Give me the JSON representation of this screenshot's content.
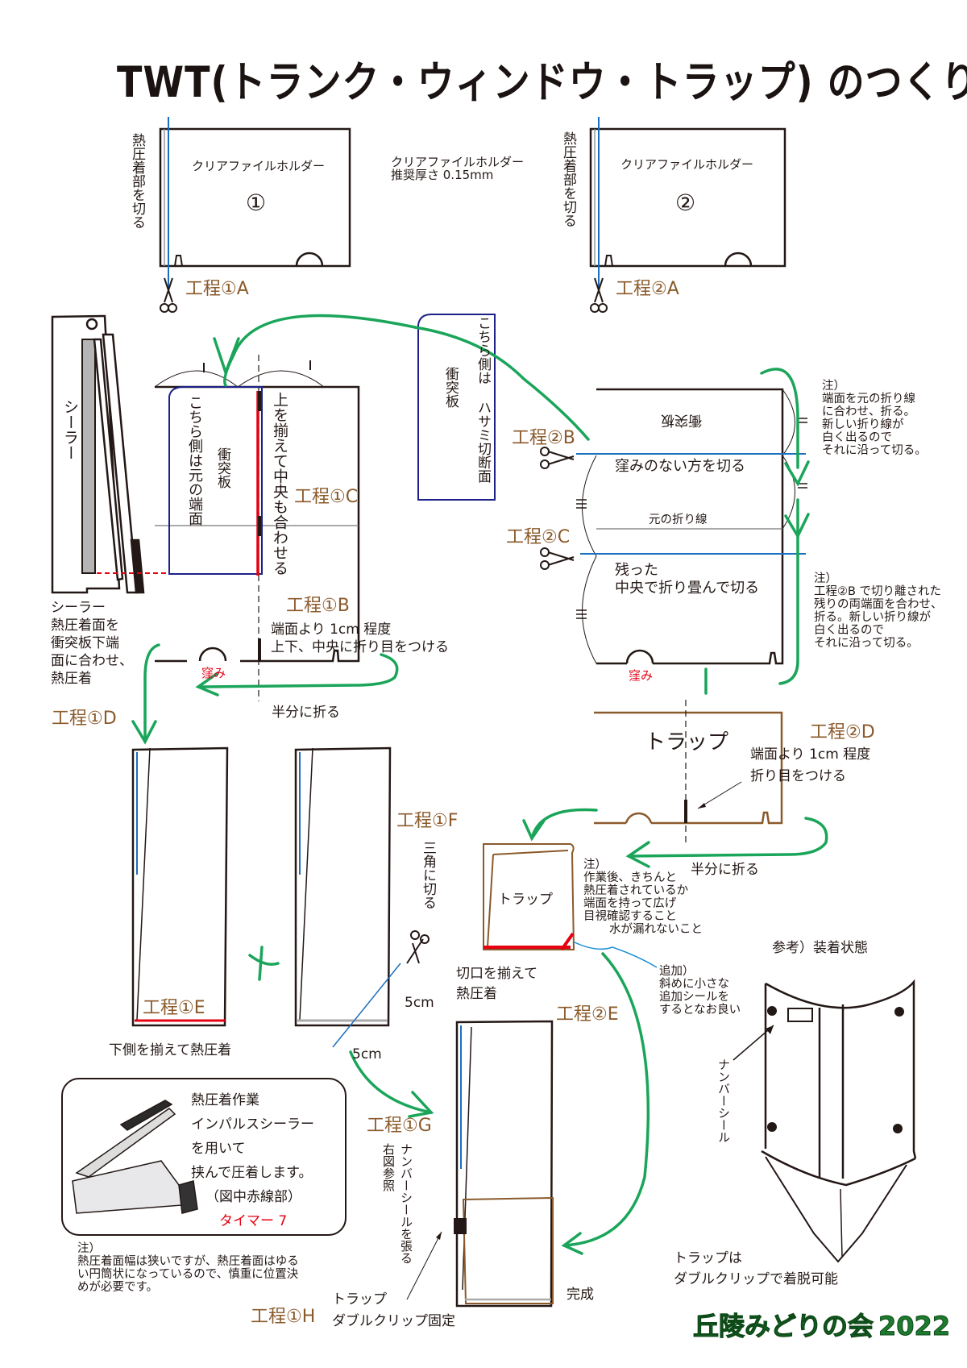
{
  "title": "TWT(トランク・ウィンドウ・トラップ) のつくりかた",
  "colors": {
    "step_label": "#8a5a2b",
    "arrow_green": "#1aa55a",
    "cut_line_blue": "#1a6fc0",
    "seal_red": "#e60012",
    "trap_brown": "#8a5a2b",
    "logo_green": "#1e7a2e"
  },
  "holder1": {
    "label": "クリアファイルホルダー",
    "number": "①",
    "side_note": "熱圧着部を切る",
    "step": "工程①A"
  },
  "holder_spec": {
    "line1": "クリアファイルホルダー",
    "line2": "推奨厚さ 0.15mm"
  },
  "holder2": {
    "label": "クリアファイルホルダー",
    "number": "②",
    "side_note": "熱圧着部を切る",
    "step": "工程②A"
  },
  "sealer": {
    "label": "シーラー",
    "note": [
      "シーラー",
      "熱圧着面を",
      "衝突板下端",
      "面に合わせ、",
      "熱圧着"
    ]
  },
  "impact_plate_small": {
    "label": "衝突板",
    "side_note": "こちら側は ハサミ切断面"
  },
  "sheet1": {
    "plate_label": "衝突板",
    "plate_side_note": "こちら側は元の端面",
    "align_note": "上を揃えて中央も合わせる",
    "step_c": "工程①C",
    "step_b": "工程①B",
    "crease_note": [
      "端面より 1cm 程度",
      "上下、中央に折り目をつける"
    ],
    "notch_label": "窪み",
    "fold_note": "半分に折る",
    "step_d": "工程①D"
  },
  "sheet2": {
    "plate_label": "衝突板",
    "step_b": "工程②B",
    "cut_b_note": "窪みのない方を切る",
    "orig_fold": "元の折り線",
    "step_c": "工程②C",
    "cut_c_note": [
      "残った",
      "中央で折り畳んで切る"
    ],
    "notch_label": "窪み",
    "note_top": [
      "注）",
      "端面を元の折り線",
      "に合わせ、折る。",
      "新しい折り線が",
      "白く出るので",
      "それに沿って切る。"
    ],
    "note_bottom": [
      "注）",
      "工程②B で切り離された",
      "残りの両端面を合わせ、",
      "折る。新しい折り線が",
      "白く出るので",
      "それに沿って切る。"
    ]
  },
  "trap": {
    "label": "トラップ",
    "step_d": "工程②D",
    "crease_note": [
      "端面より 1cm 程度",
      "折り目をつける"
    ],
    "fold_note": "半分に折る",
    "folded_label": "トラップ",
    "check_note": [
      "注）",
      "作業後、きちんと",
      "熱圧着されているか",
      "端面を持って広げ",
      "目視確認すること",
      "水が漏れないこと"
    ],
    "seal_note": [
      "切口を揃えて",
      "熱圧着"
    ],
    "extra_note": [
      "追加）",
      "斜めに小さな",
      "追加シールを",
      "するとなお良い"
    ],
    "step_e": "工程②E"
  },
  "step_e1": {
    "label": "工程①E",
    "note": "下側を揃えて熱圧着"
  },
  "step_f1": {
    "label": "工程①F",
    "cut_note": "三角に切る",
    "dim_right": "5cm",
    "dim_bottom": "5cm"
  },
  "sealer_box": {
    "lines": [
      "熱圧着作業",
      "インパルスシーラー",
      "を用いて",
      "挟んで圧着します。",
      "（図中赤線部）"
    ],
    "timer": "タイマー 7",
    "note": [
      "注）",
      "熱圧着面幅は狭いですが、熱圧着面はゆる",
      "い円筒状になっているので、慎重に位置決",
      "めが必要です。"
    ]
  },
  "step_g1": {
    "label": "工程①G",
    "note": "ナンバーシールを張る",
    "ref": "右図参照"
  },
  "step_h1": {
    "label": "工程①H",
    "note": [
      "トラップ",
      "ダブルクリップ固定"
    ]
  },
  "done_label": "完成",
  "reference": {
    "title": "参考）装着状態",
    "sticker_label": "ナンバーシール",
    "note": [
      "トラップは",
      "ダブルクリップで着脱可能"
    ]
  },
  "footer": {
    "org": "丘陵みどりの会",
    "year": "2022"
  }
}
